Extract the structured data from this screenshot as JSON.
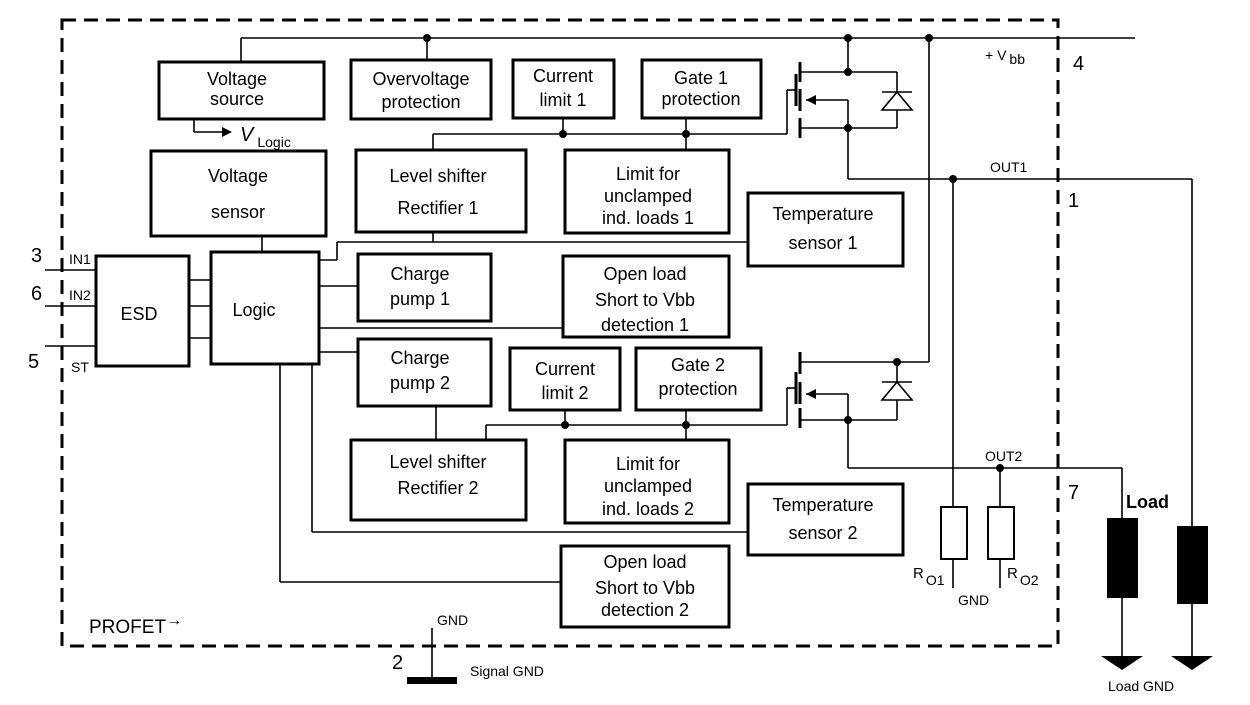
{
  "blocks": {
    "voltage_source": [
      "Voltage",
      "source"
    ],
    "overvoltage": [
      "Overvoltage",
      "protection"
    ],
    "current_limit_1": [
      "Current",
      "limit 1"
    ],
    "gate1": [
      "Gate 1",
      "protection"
    ],
    "voltage_sensor": [
      "Voltage",
      "sensor"
    ],
    "level_shifter_1": [
      "Level shifter",
      "Rectifier 1"
    ],
    "limit_unclamped_1": [
      "Limit for",
      "unclamped",
      "ind. loads 1"
    ],
    "temp_sensor_1": [
      "Temperature",
      "sensor 1"
    ],
    "esd": [
      "ESD"
    ],
    "logic": [
      "Logic"
    ],
    "charge_pump_1": [
      "Charge",
      "pump 1"
    ],
    "open_load_1": [
      "Open load",
      "Short to Vbb",
      "detection 1"
    ],
    "charge_pump_2": [
      "Charge",
      "pump 2"
    ],
    "current_limit_2": [
      "Current",
      "limit 2"
    ],
    "gate2": [
      "Gate 2",
      "protection"
    ],
    "level_shifter_2": [
      "Level shifter",
      "Rectifier 2"
    ],
    "limit_unclamped_2": [
      "Limit for",
      "unclamped",
      "ind. loads 2"
    ],
    "temp_sensor_2": [
      "Temperature",
      "sensor 2"
    ],
    "open_load_2": [
      "Open load",
      "Short to Vbb",
      "detection 2"
    ]
  },
  "labels": {
    "vlogic_v": "V",
    "vlogic_sub": "Logic",
    "vbb_prefix": "+ V",
    "vbb_sub": "bb",
    "out1": "OUT1",
    "out2": "OUT2",
    "in1": "IN1",
    "in2": "IN2",
    "st": "ST",
    "gnd_internal": "GND",
    "gnd_res": "GND",
    "signal_gnd": "Signal GND",
    "load": "Load",
    "load_gnd": "Load GND",
    "profet": "PROFET",
    "profet_arrow": "→",
    "ro1_r": "R",
    "ro1_sub": "O1",
    "ro2_r": "R",
    "ro2_sub": "O2"
  },
  "pins": {
    "p4": "4",
    "p1": "1",
    "p3": "3",
    "p6": "6",
    "p5": "5",
    "p7": "7",
    "p2": "2"
  }
}
